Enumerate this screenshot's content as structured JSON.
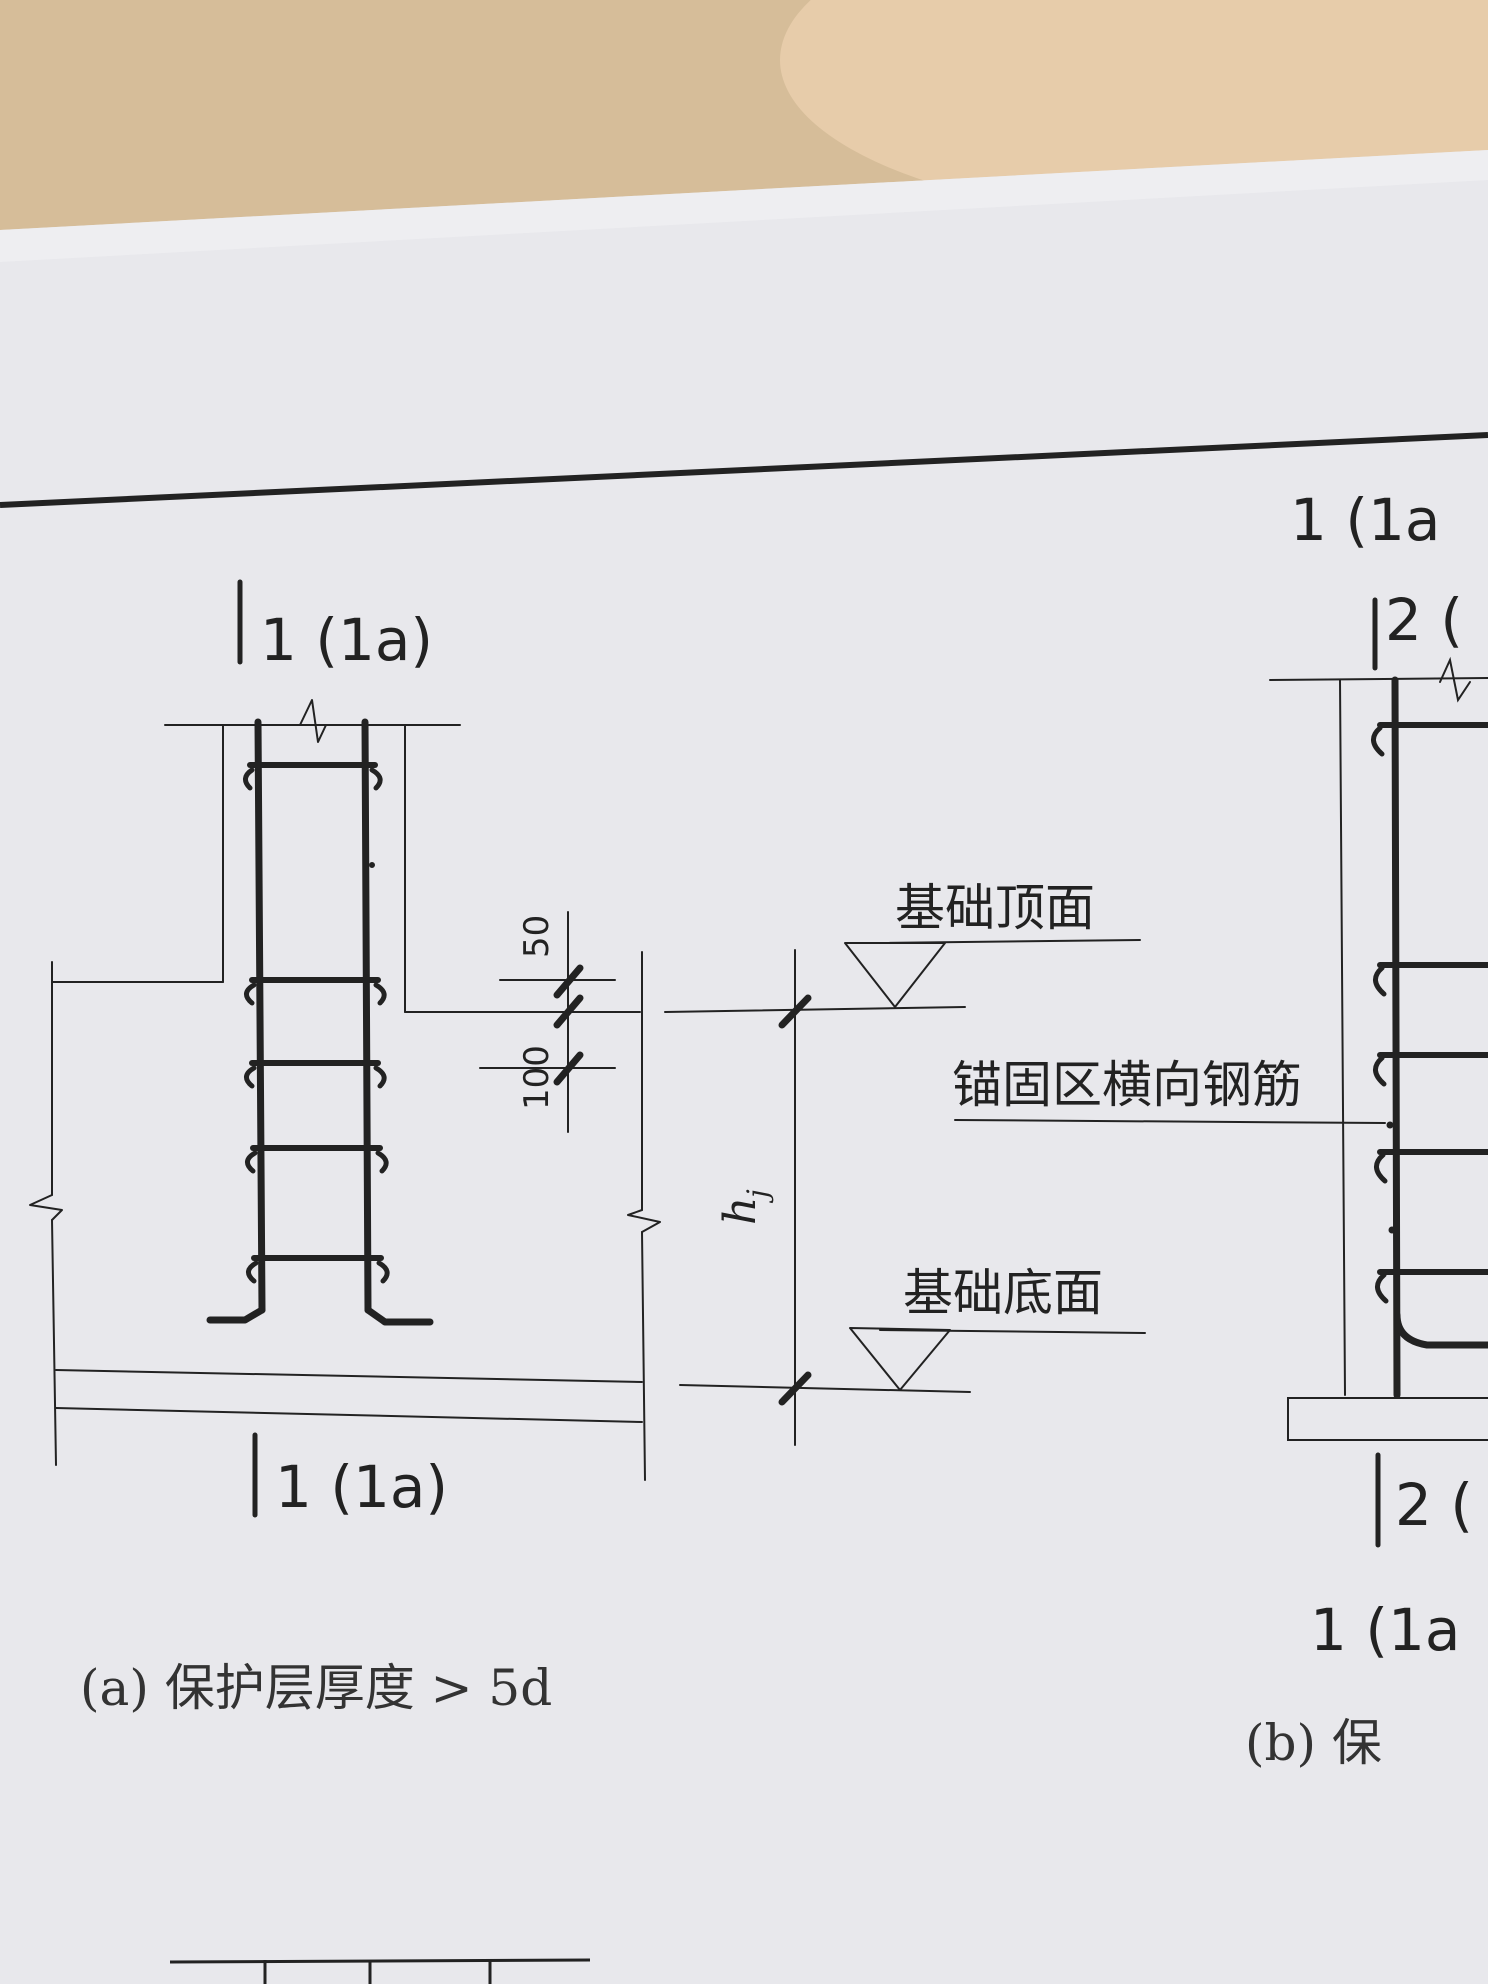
{
  "diagram": {
    "section_a": {
      "cut_label_top": "1 (1a)",
      "cut_label_bottom": "1 (1a)",
      "dim_50": "50",
      "dim_100": "100",
      "caption": "(a) 保护层厚度 > 5d"
    },
    "levels": {
      "top_label": "基础顶面",
      "bottom_label": "基础底面",
      "height_symbol": "h",
      "height_subscript": "j",
      "anchor_bar_label": "锚固区横向钢筋"
    },
    "section_b": {
      "cut_label_top_1": "1 (1a",
      "cut_label_top_2": "2 (",
      "cut_label_bottom_2": "2 (",
      "cut_label_bottom_1": "1 (1a",
      "caption": "(b) 保"
    }
  },
  "colors": {
    "paper": "#e9e9ee",
    "ink": "#222222",
    "background": "#d9c1a0"
  }
}
